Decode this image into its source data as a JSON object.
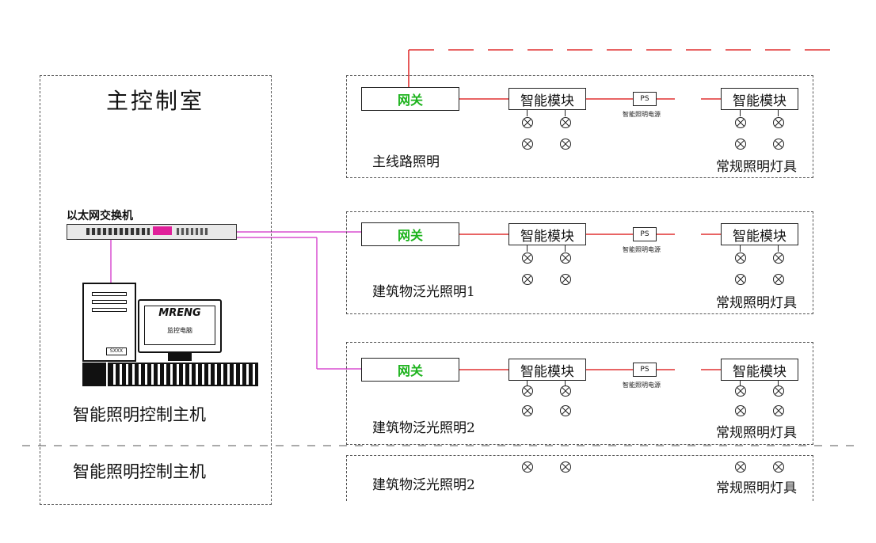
{
  "control_room": {
    "title": "主控制室",
    "switch_label": "以太网交换机",
    "monitor_brand": "MRENG",
    "monitor_sub": "监控电脑",
    "tower_badge": "SXXX",
    "host_label": "智能照明控制主机",
    "host_label_bottom": "智能照明控制主机"
  },
  "subsystems": [
    {
      "gateway": "网关",
      "module_left": "智能模块",
      "ps": "PS",
      "ps_label": "智能照明电源",
      "module_right": "智能模块",
      "zone_label": "主线路照明",
      "lamp_label": "常规照明灯具"
    },
    {
      "gateway": "网关",
      "module_left": "智能模块",
      "ps": "PS",
      "ps_label": "智能照明电源",
      "module_right": "智能模块",
      "zone_label": "建筑物泛光照明1",
      "lamp_label": "常规照明灯具"
    },
    {
      "gateway": "网关",
      "module_left": "智能模块",
      "ps": "PS",
      "ps_label": "智能照明电源",
      "module_right": "智能模块",
      "zone_label": "建筑物泛光照明2",
      "lamp_label": "常规照明灯具"
    }
  ],
  "bottom_zone": {
    "zone_label": "建筑物泛光照明2",
    "lamp_label": "常规照明灯具"
  },
  "colors": {
    "bus_line": "#e03030",
    "network_line": "#d84fd0",
    "gateway_text": "#1db31d"
  }
}
